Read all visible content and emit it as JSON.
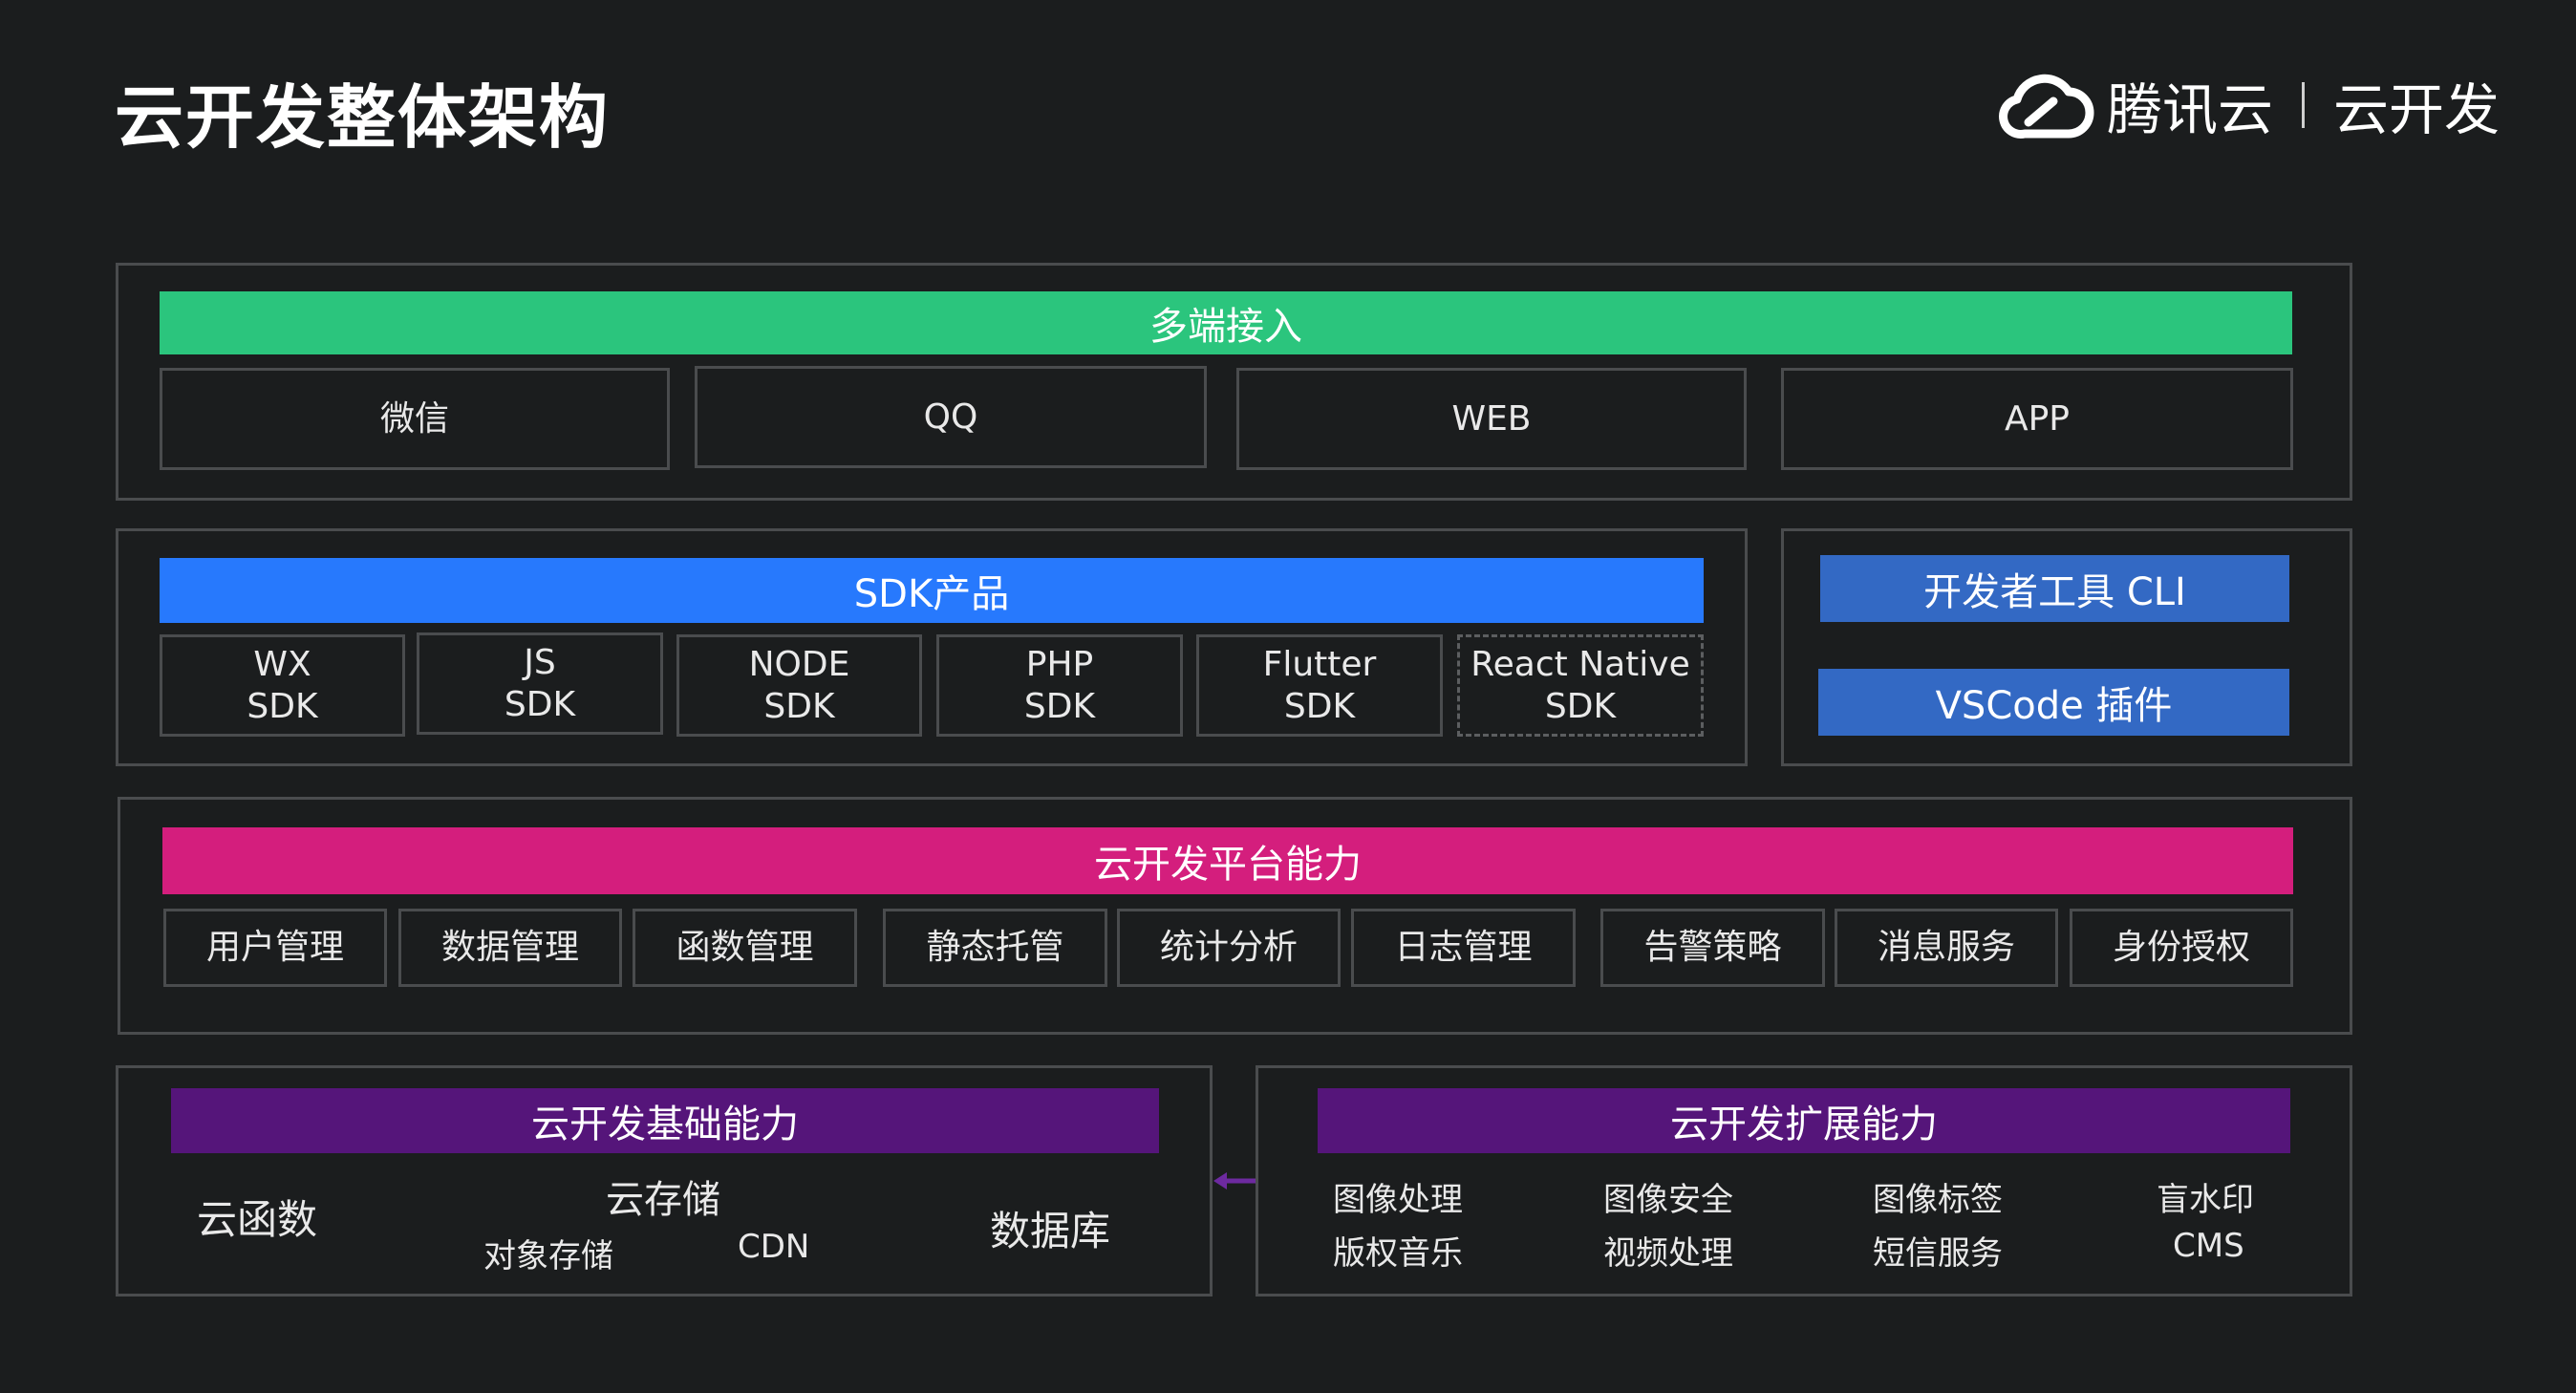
{
  "header": {
    "title": "云开发整体架构",
    "brand_name": "腾讯云",
    "brand_product": "云开发"
  },
  "colors": {
    "background": "#1b1d1e",
    "multi_access": "#2bc57d",
    "sdk": "#2779fd",
    "tools": "#3369c4",
    "platform": "#d41e7d",
    "basic": "#55157a",
    "extended": "#55157a",
    "border": "#4a4c4e"
  },
  "multi_access": {
    "label": "多端接入",
    "items": [
      "微信",
      "QQ",
      "WEB",
      "APP"
    ]
  },
  "sdk": {
    "label": "SDK产品",
    "items": [
      {
        "line1": "WX",
        "line2": "SDK"
      },
      {
        "line1": "JS",
        "line2": "SDK"
      },
      {
        "line1": "NODE",
        "line2": "SDK"
      },
      {
        "line1": "PHP",
        "line2": "SDK"
      },
      {
        "line1": "Flutter",
        "line2": "SDK"
      },
      {
        "line1": "React Native",
        "line2": "SDK"
      }
    ]
  },
  "tools": {
    "cli": "开发者工具 CLI",
    "vscode": "VSCode 插件"
  },
  "platform": {
    "label": "云开发平台能力",
    "items": [
      "用户管理",
      "数据管理",
      "函数管理",
      "静态托管",
      "统计分析",
      "日志管理",
      "告警策略",
      "消息服务",
      "身份授权"
    ]
  },
  "basic": {
    "label": "云开发基础能力",
    "functions": "云函数",
    "storage": "云存储",
    "object_storage": "对象存储",
    "cdn": "CDN",
    "database": "数据库"
  },
  "extended": {
    "label": "云开发扩展能力",
    "items": [
      "图像处理",
      "图像安全",
      "图像标签",
      "盲水印",
      "版权音乐",
      "视频处理",
      "短信服务",
      "CMS"
    ]
  }
}
